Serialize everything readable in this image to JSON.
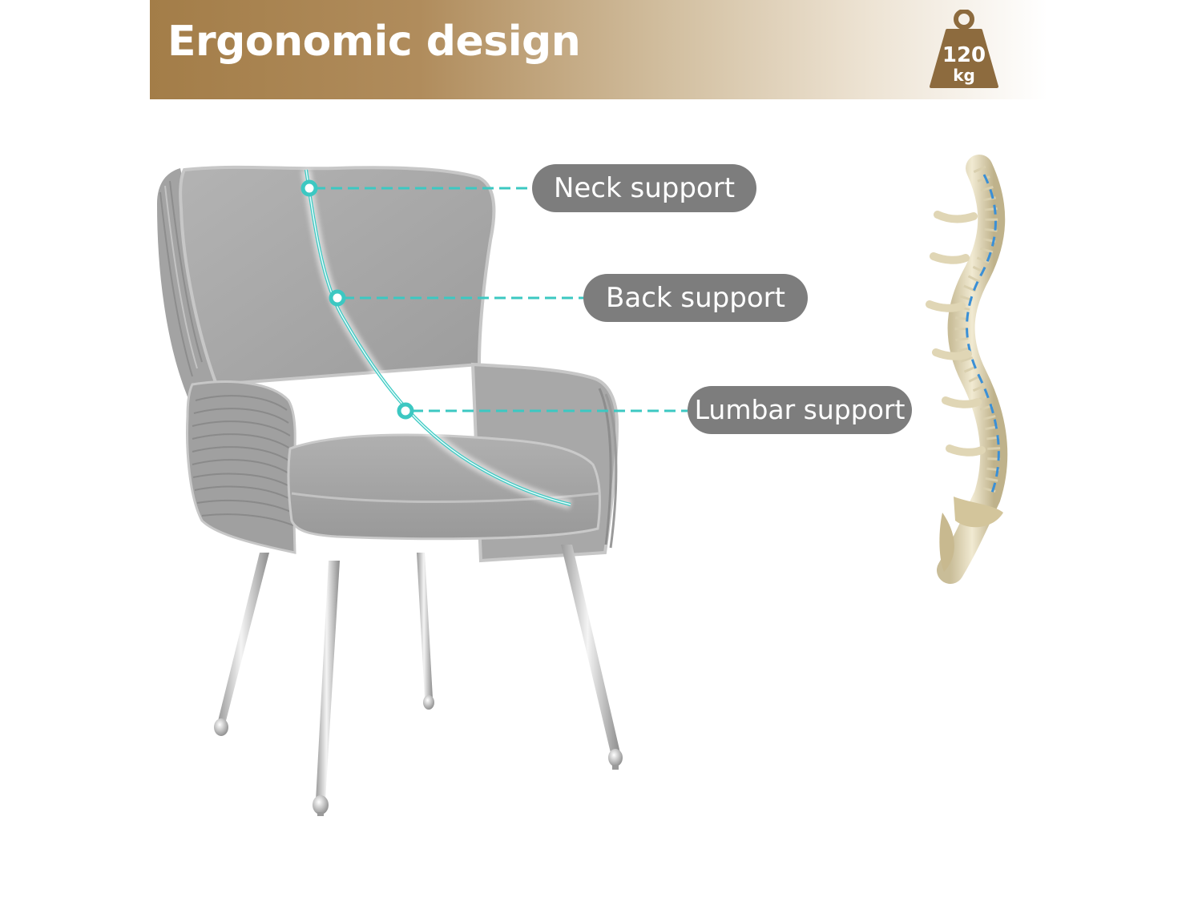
{
  "header": {
    "title": "Ergonomic design"
  },
  "weight_badge": {
    "value": "120",
    "unit": "kg",
    "icon": "weight-icon"
  },
  "callouts": {
    "neck": "Neck support",
    "back": "Back support",
    "lumbar": "Lumbar support"
  },
  "colors": {
    "banner": "#a37d48",
    "accent": "#3cc8c2",
    "pill": "#7d7d7d",
    "fabric": "#a9a9a9"
  }
}
